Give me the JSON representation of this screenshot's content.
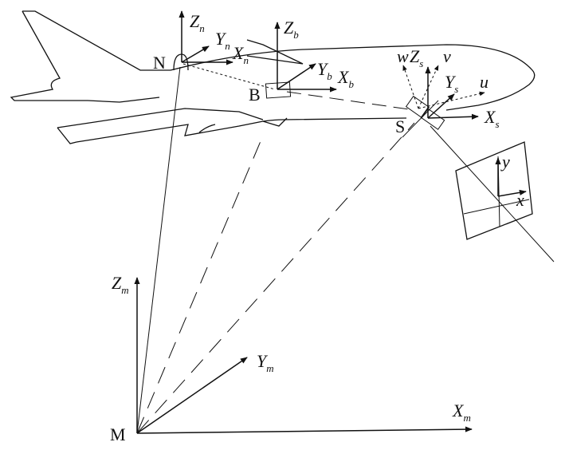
{
  "labels": {
    "point_N": "N",
    "point_B": "B",
    "point_S": "S",
    "point_M": "M",
    "nav_z": {
      "base": "Z",
      "sub": "n"
    },
    "nav_y": {
      "base": "Y",
      "sub": "n"
    },
    "nav_x": {
      "base": "X",
      "sub": "n"
    },
    "body_z": {
      "base": "Z",
      "sub": "b"
    },
    "body_y": {
      "base": "Y",
      "sub": "b"
    },
    "body_x": {
      "base": "X",
      "sub": "b"
    },
    "sensor_z": {
      "base": "Z",
      "sub": "s"
    },
    "sensor_y": {
      "base": "Y",
      "sub": "s"
    },
    "sensor_x": {
      "base": "X",
      "sub": "s"
    },
    "sensor_u": "u",
    "sensor_v": "v",
    "sensor_w": "w",
    "image_x": "x",
    "image_y": "y",
    "map_z": {
      "base": "Z",
      "sub": "m"
    },
    "map_y": {
      "base": "Y",
      "sub": "m"
    },
    "map_x": {
      "base": "X",
      "sub": "m"
    }
  },
  "colors": {
    "ink": "#111111",
    "background": "#ffffff"
  }
}
